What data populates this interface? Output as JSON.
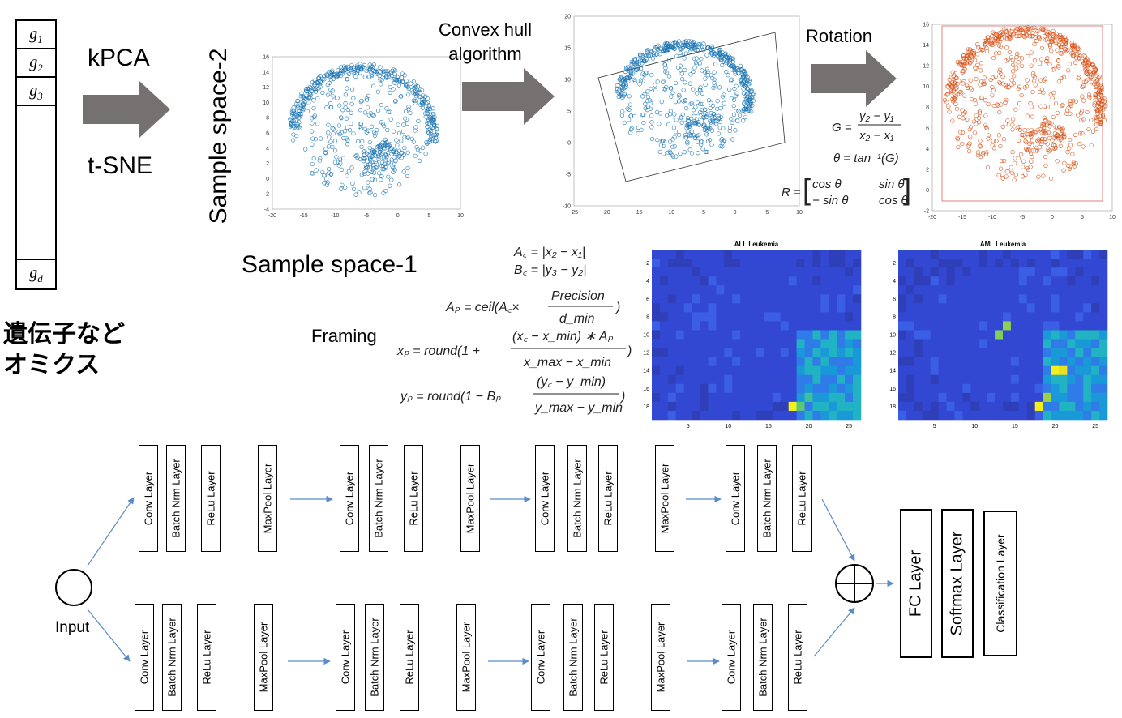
{
  "vector": {
    "cells": [
      "g",
      "g",
      "g",
      "g"
    ],
    "subs": [
      "1",
      "2",
      "3",
      "d"
    ]
  },
  "omics_label": [
    "遺伝子など",
    "オミクス"
  ],
  "methods": {
    "top": "kPCA",
    "bottom": "t-SNE"
  },
  "axes": {
    "y_label": "Sample space-2",
    "x_label": "Sample space-1"
  },
  "convex_label": [
    "Convex hull",
    "algorithm"
  ],
  "rotation_label": "Rotation",
  "framing_label": "Framing",
  "plot1": {
    "xticks": [
      "-20",
      "-15",
      "-10",
      "-5",
      "0",
      "5",
      "10"
    ],
    "yticks": [
      "16",
      "14",
      "12",
      "10",
      "8",
      "6",
      "4",
      "2",
      "0",
      "-2",
      "-4"
    ],
    "color": "#1f77b4"
  },
  "plot2": {
    "xticks": [
      "-25",
      "-20",
      "-15",
      "-10",
      "-5",
      "0",
      "5",
      "10"
    ],
    "yticks": [
      "20",
      "15",
      "10",
      "5",
      "0",
      "-5",
      "-10"
    ],
    "color": "#1f77b4"
  },
  "plot3": {
    "xticks": [
      "-20",
      "-15",
      "-10",
      "-5",
      "0",
      "5",
      "10"
    ],
    "yticks": [
      "16",
      "14",
      "12",
      "10",
      "8",
      "6",
      "4",
      "2",
      "0",
      "-2"
    ],
    "color": "#d95319"
  },
  "heatmaps": [
    {
      "title": "ALL Leukemia",
      "xticks": [
        "5",
        "10",
        "15",
        "20",
        "25"
      ],
      "yticks": [
        "2",
        "4",
        "6",
        "8",
        "10",
        "12",
        "14",
        "16",
        "18"
      ]
    },
    {
      "title": "AML Leukemia",
      "xticks": [
        "5",
        "10",
        "15",
        "20",
        "25"
      ],
      "yticks": [
        "2",
        "4",
        "6",
        "8",
        "10",
        "12",
        "14",
        "16",
        "18"
      ]
    }
  ],
  "cnn": {
    "input_label": "Input",
    "branch_layers": [
      "Conv Layer",
      "Batch Nrm Layer",
      "ReLu Layer",
      "MaxPool Layer",
      "Conv Layer",
      "Batch Nrm Layer",
      "ReLu Layer",
      "MaxPool Layer",
      "Conv Layer",
      "Batch Nrm Layer",
      "ReLu Layer",
      "MaxPool Layer",
      "Conv Layer",
      "Batch Nrm Layer",
      "ReLu Layer"
    ],
    "head": [
      "FC Layer",
      "Softmax Layer",
      "Classification  Layer"
    ]
  },
  "colors": {
    "arrow_gray": "#767171",
    "link_blue": "#5b8cc9"
  }
}
